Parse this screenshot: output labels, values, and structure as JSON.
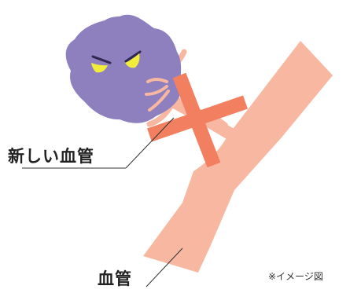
{
  "labels": {
    "new_blood_vessel": "新しい血管",
    "blood_vessel": "血管",
    "image_note": "※イメージ図"
  },
  "colors": {
    "vessel": "#f7b7a1",
    "tumor": "#8e7fbf",
    "tumor_eyes": "#f2ec3b",
    "tumor_face": "#2e2850",
    "cross_mark": "#f28060",
    "leader_line": "#333333"
  }
}
